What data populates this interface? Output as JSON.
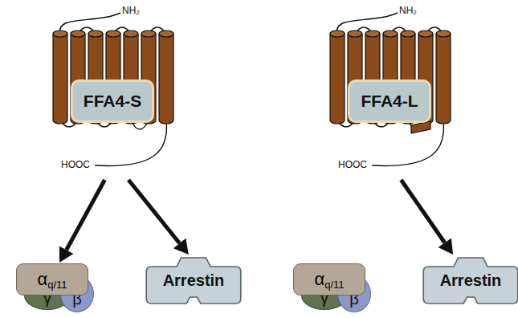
{
  "diagram": {
    "nodes": [
      {
        "text": [
          "FFA4-S"
        ]
      },
      {
        "text": [
          "α",
          "q/11"
        ]
      },
      {
        "text": [
          "γ"
        ]
      },
      {
        "text": [
          "β"
        ]
      },
      {
        "text": [
          "Arrestin"
        ]
      },
      {
        "text": [
          "FFA4-L"
        ]
      },
      {
        "text": [
          "α",
          "q/11"
        ]
      },
      {
        "text": [
          "γ"
        ]
      },
      {
        "text": [
          "β"
        ]
      },
      {
        "text": [
          "Arrestin"
        ]
      }
    ],
    "edges": [
      {
        "from": 0,
        "to": 1,
        "arrow": "to"
      },
      {
        "from": 0,
        "to": 4,
        "arrow": "to"
      },
      {
        "from": 5,
        "to": 9,
        "arrow": "to"
      }
    ],
    "labels": [
      "NH₂",
      "HOOC",
      "NH₂",
      "HOOC"
    ]
  }
}
